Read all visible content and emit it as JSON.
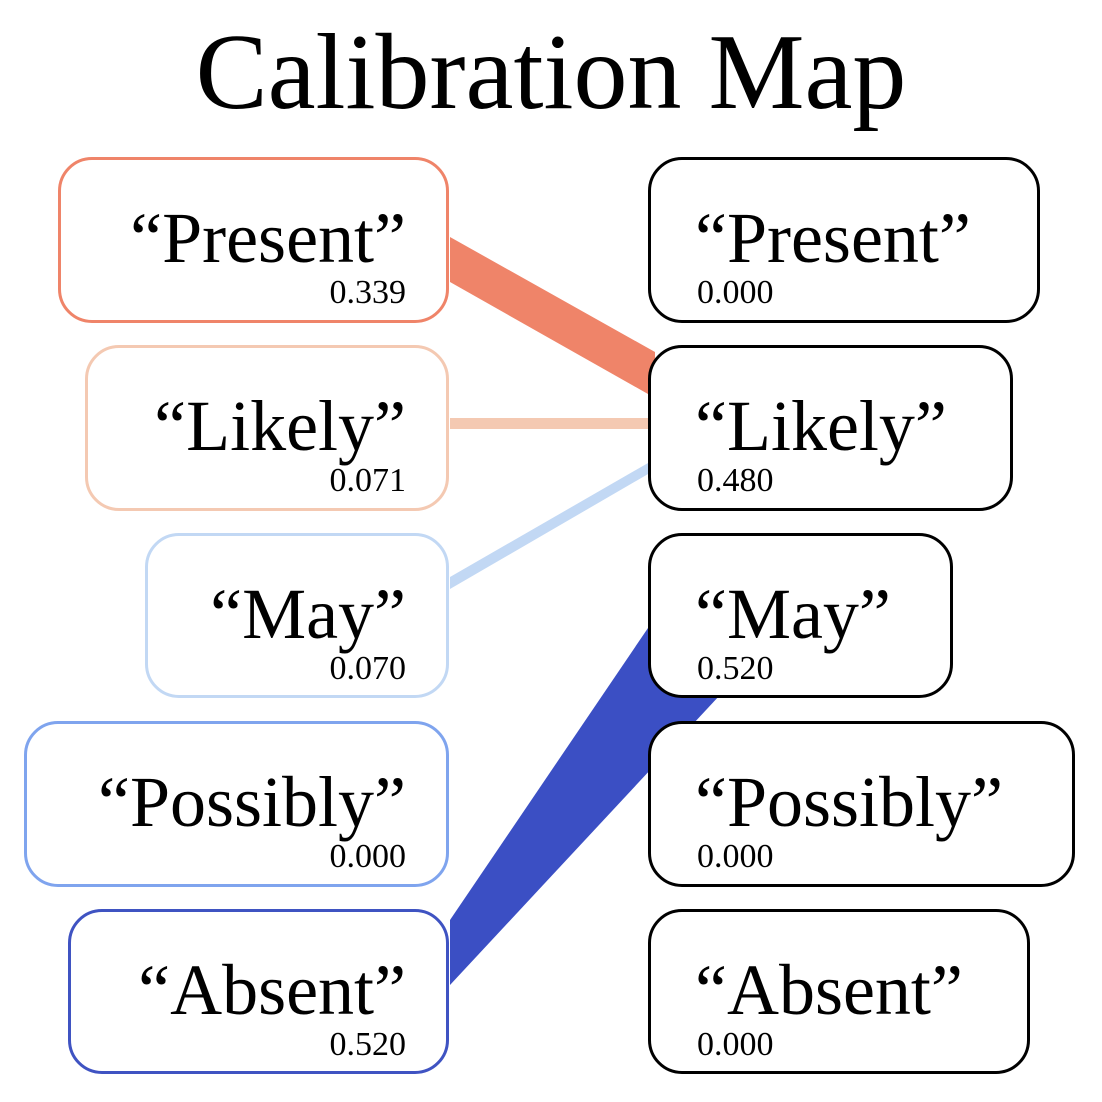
{
  "title": "Calibration Map",
  "left_nodes": [
    {
      "label": "“Present”",
      "value": "0.339",
      "color": "#ef8469"
    },
    {
      "label": "“Likely”",
      "value": "0.071",
      "color": "#f4c9b2"
    },
    {
      "label": "“May”",
      "value": "0.070",
      "color": "#c2d8f4"
    },
    {
      "label": "“Possibly”",
      "value": "0.000",
      "color": "#7fa4ee"
    },
    {
      "label": "“Absent”",
      "value": "0.520",
      "color": "#3f53c2"
    }
  ],
  "right_nodes": [
    {
      "label": "“Present”",
      "value": "0.000",
      "color": "#000000"
    },
    {
      "label": "“Likely”",
      "value": "0.480",
      "color": "#000000"
    },
    {
      "label": "“May”",
      "value": "0.520",
      "color": "#000000"
    },
    {
      "label": "“Possibly”",
      "value": "0.000",
      "color": "#000000"
    },
    {
      "label": "“Absent”",
      "value": "0.000",
      "color": "#000000"
    }
  ],
  "links": [
    {
      "from": 0,
      "to": 1,
      "color": "#ef8469"
    },
    {
      "from": 1,
      "to": 1,
      "color": "#f4c9b2"
    },
    {
      "from": 2,
      "to": 1,
      "color": "#c2d8f4"
    },
    {
      "from": 4,
      "to": 2,
      "color": "#3b4fc4"
    }
  ]
}
